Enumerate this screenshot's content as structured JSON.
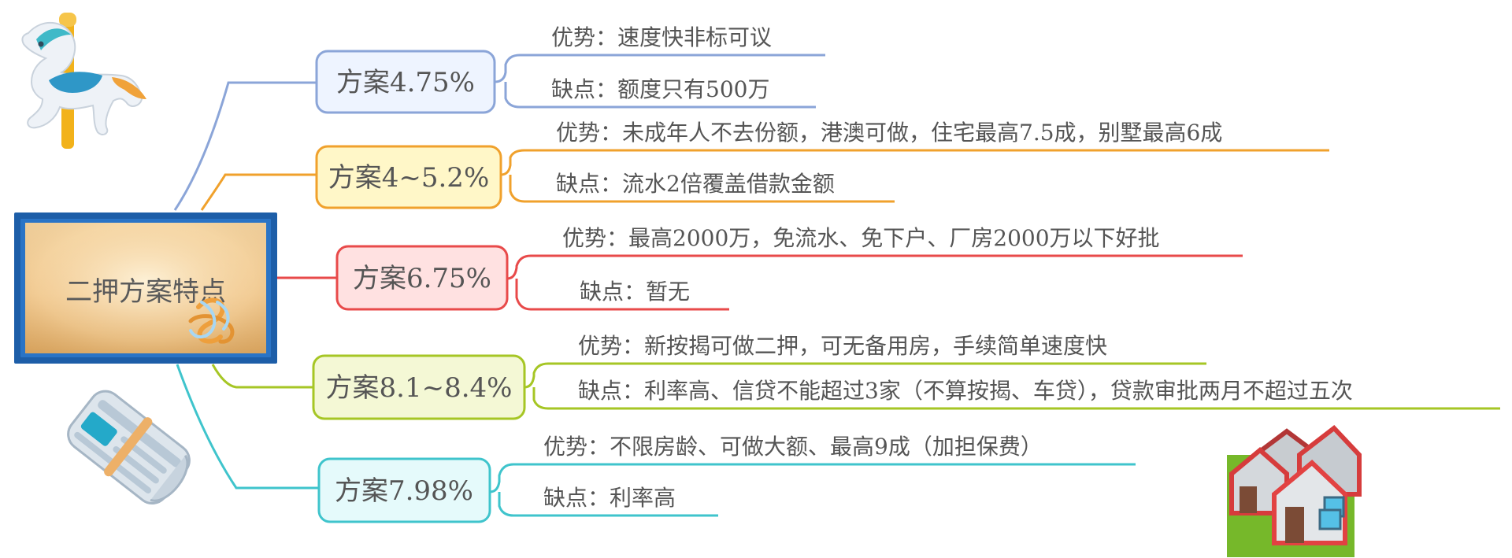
{
  "root": {
    "title": "二押方案特点"
  },
  "plans": [
    {
      "label": "方案4.75%",
      "color": "#8BA5D8",
      "fill": "#EEF4FF",
      "advantage": "优势：速度快非标可议",
      "disadvantage": "缺点：额度只有500万"
    },
    {
      "label": "方案4~5.2%",
      "color": "#F0A12C",
      "fill": "#FFF7C8",
      "advantage": "优势：未成年人不去份额，港澳可做，住宅最高7.5成，别墅最高6成",
      "disadvantage": "缺点：流水2倍覆盖借款金额"
    },
    {
      "label": "方案6.75%",
      "color": "#E84A4A",
      "fill": "#FFE1E1",
      "advantage": "优势：最高2000万，免流水、免下户、厂房2000万以下好批",
      "disadvantage": "缺点：暂无"
    },
    {
      "label": "方案8.1~8.4%",
      "color": "#A6C625",
      "fill": "#F4F8D5",
      "advantage": "优势：新按揭可做二押，可无备用房，手续简单速度快",
      "disadvantage": "缺点：利率高、信贷不能超过3家（不算按揭、车贷），贷款审批两月不超过五次"
    },
    {
      "label": "方案7.98%",
      "color": "#3FC4CC",
      "fill": "#E5FAFB",
      "advantage": "优势：不限房龄、可做大额、最高9成（加担保费）",
      "disadvantage": "缺点：利率高"
    }
  ],
  "icons": {
    "carousel": "carousel-horse-icon",
    "newspaper": "newspaper-icon",
    "houses": "houses-icon",
    "knot": "knot-icon"
  }
}
